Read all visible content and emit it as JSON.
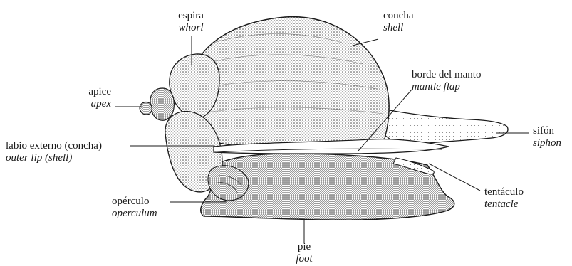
{
  "labels": {
    "whorl": {
      "es": "espira",
      "en": "whorl"
    },
    "shell": {
      "es": "concha",
      "en": "shell"
    },
    "mantle": {
      "es": "borde del manto",
      "en": "mantle flap"
    },
    "apex": {
      "es": "apice",
      "en": "apex"
    },
    "siphon": {
      "es": "sifón",
      "en": "siphon"
    },
    "outerlip": {
      "es": "labio externo (concha)",
      "en": "outer lip (shell)"
    },
    "operculum": {
      "es": "opérculo",
      "en": "operculum"
    },
    "tentacle": {
      "es": "tentáculo",
      "en": "tentacle"
    },
    "foot": {
      "es": "pie",
      "en": "foot"
    }
  },
  "colors": {
    "ink": "#1a1a1a",
    "stipple": "#4a4a4a",
    "background": "#ffffff"
  }
}
